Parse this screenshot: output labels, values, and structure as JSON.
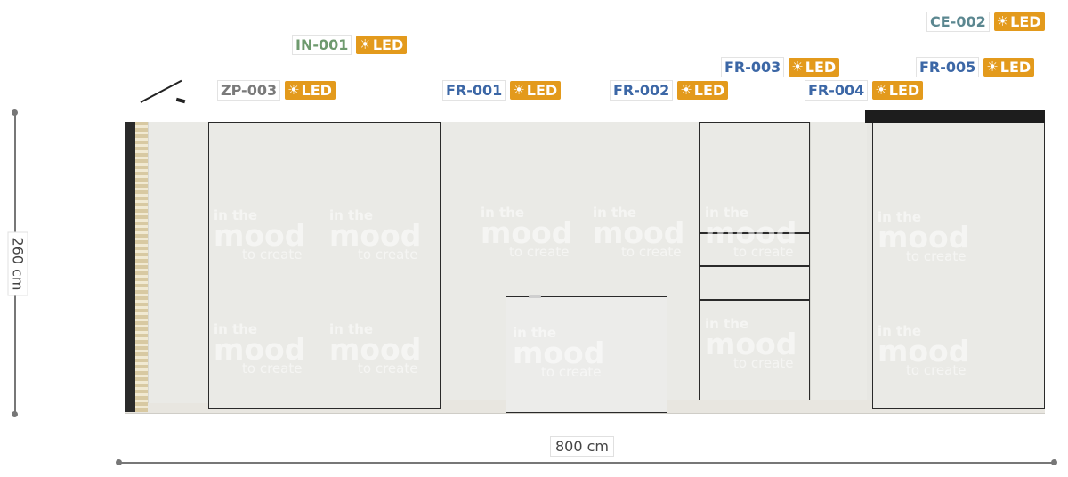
{
  "dimensions": {
    "height_label": "260 cm",
    "width_label": "800 cm"
  },
  "watermark": {
    "line1": "in the",
    "line2": "mood",
    "line3": "to create"
  },
  "led": {
    "label": "LED",
    "icon": "sun-icon",
    "color": "#e39a1c"
  },
  "tags": [
    {
      "code": "ZP-003",
      "color": "#7a7a7a"
    },
    {
      "code": "IN-001",
      "color": "#6e9a6e"
    },
    {
      "code": "FR-001",
      "color": "#3c67a6"
    },
    {
      "code": "FR-002",
      "color": "#3c67a6"
    },
    {
      "code": "FR-003",
      "color": "#3c67a6"
    },
    {
      "code": "FR-004",
      "color": "#3c67a6"
    },
    {
      "code": "FR-005",
      "color": "#3c67a6"
    },
    {
      "code": "CE-002",
      "color": "#5b8790"
    }
  ]
}
